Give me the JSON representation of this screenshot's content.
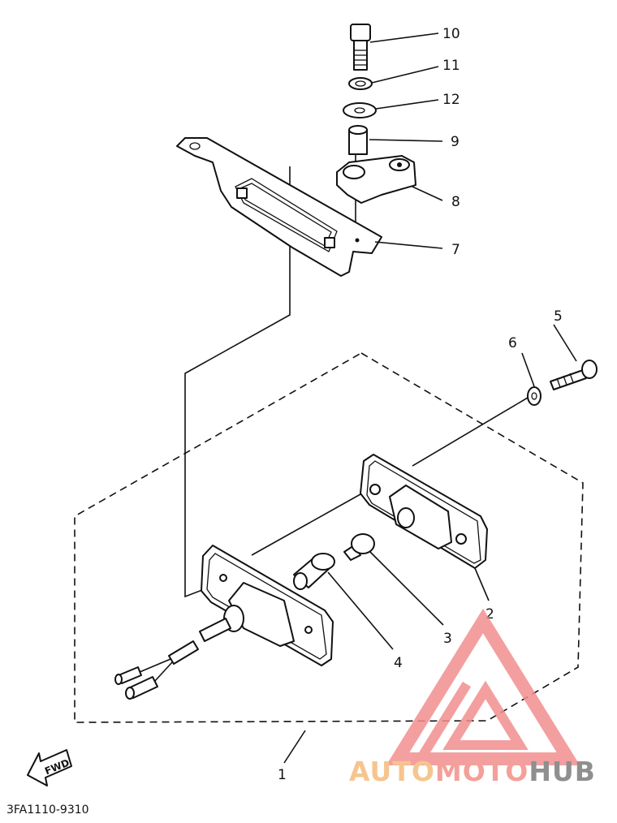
{
  "diagram": {
    "callouts": {
      "p1": "1",
      "p2": "2",
      "p3": "3",
      "p4": "4",
      "p5": "5",
      "p6": "6",
      "p7": "7",
      "p8": "8",
      "p9": "9",
      "p10": "10",
      "p11": "11",
      "p12": "12"
    },
    "drawing_code": "3FA1110-9310",
    "fwd_label": "FWD"
  },
  "watermark": {
    "part1": "AUTO",
    "part2": "MOTO",
    "part3": "HUB",
    "colors": {
      "auto": "#f6c58f",
      "moto": "#f4a09a",
      "hub": "#8f8f8f",
      "logo": "#f28f8f"
    }
  }
}
